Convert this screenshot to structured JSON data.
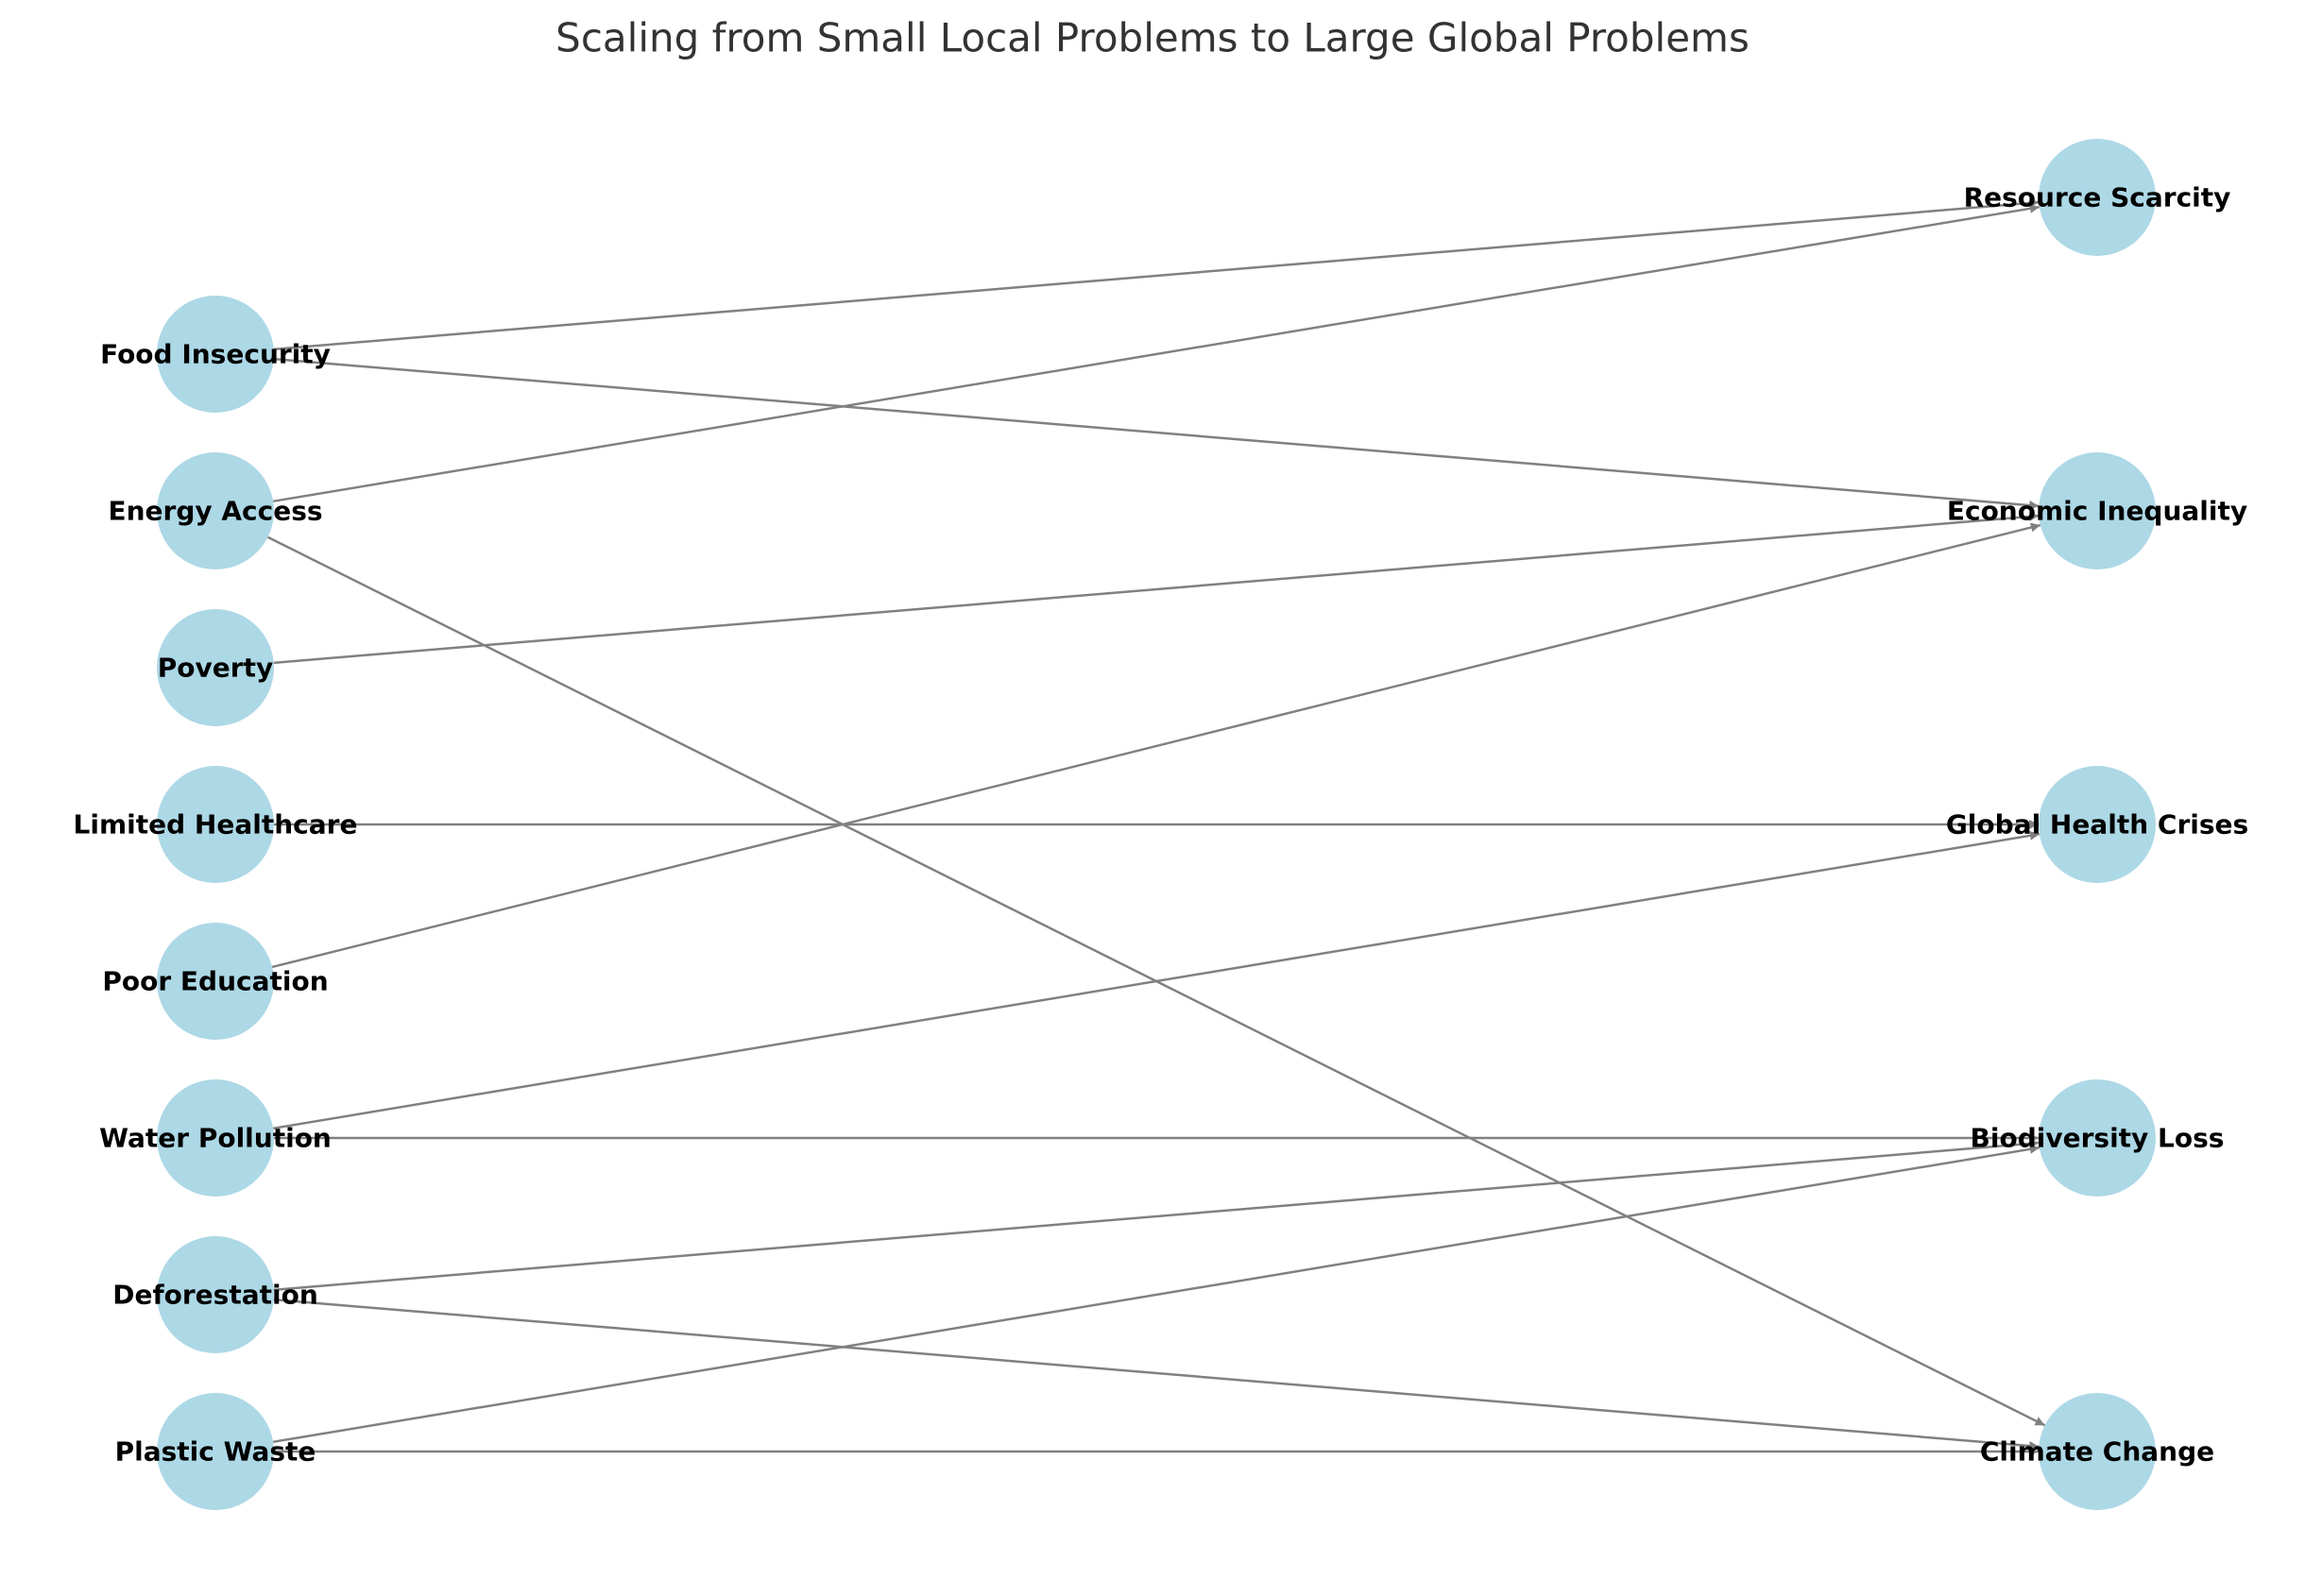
{
  "diagram": {
    "title": "Scaling from Small Local Problems to Large Global Problems",
    "node_color": "#add8e6",
    "edge_color": "#808080",
    "local_nodes": [
      {
        "id": "food",
        "label": "Food Insecurity"
      },
      {
        "id": "energy",
        "label": "Energy Access"
      },
      {
        "id": "poverty",
        "label": "Poverty"
      },
      {
        "id": "healthcare",
        "label": "Limited Healthcare"
      },
      {
        "id": "education",
        "label": "Poor Education"
      },
      {
        "id": "water",
        "label": "Water Pollution"
      },
      {
        "id": "deforestation",
        "label": "Deforestation"
      },
      {
        "id": "plastic",
        "label": "Plastic Waste"
      }
    ],
    "global_nodes": [
      {
        "id": "resource",
        "label": "Resource Scarcity"
      },
      {
        "id": "inequality",
        "label": "Economic Inequality"
      },
      {
        "id": "health",
        "label": "Global Health Crises"
      },
      {
        "id": "biodiversity",
        "label": "Biodiversity Loss"
      },
      {
        "id": "climate",
        "label": "Climate Change"
      }
    ],
    "edges": [
      {
        "from": "food",
        "to": "resource"
      },
      {
        "from": "food",
        "to": "inequality"
      },
      {
        "from": "energy",
        "to": "resource"
      },
      {
        "from": "energy",
        "to": "climate"
      },
      {
        "from": "poverty",
        "to": "inequality"
      },
      {
        "from": "healthcare",
        "to": "health"
      },
      {
        "from": "education",
        "to": "inequality"
      },
      {
        "from": "water",
        "to": "health"
      },
      {
        "from": "water",
        "to": "biodiversity"
      },
      {
        "from": "deforestation",
        "to": "biodiversity"
      },
      {
        "from": "deforestation",
        "to": "climate"
      },
      {
        "from": "plastic",
        "to": "biodiversity"
      },
      {
        "from": "plastic",
        "to": "climate"
      }
    ]
  }
}
